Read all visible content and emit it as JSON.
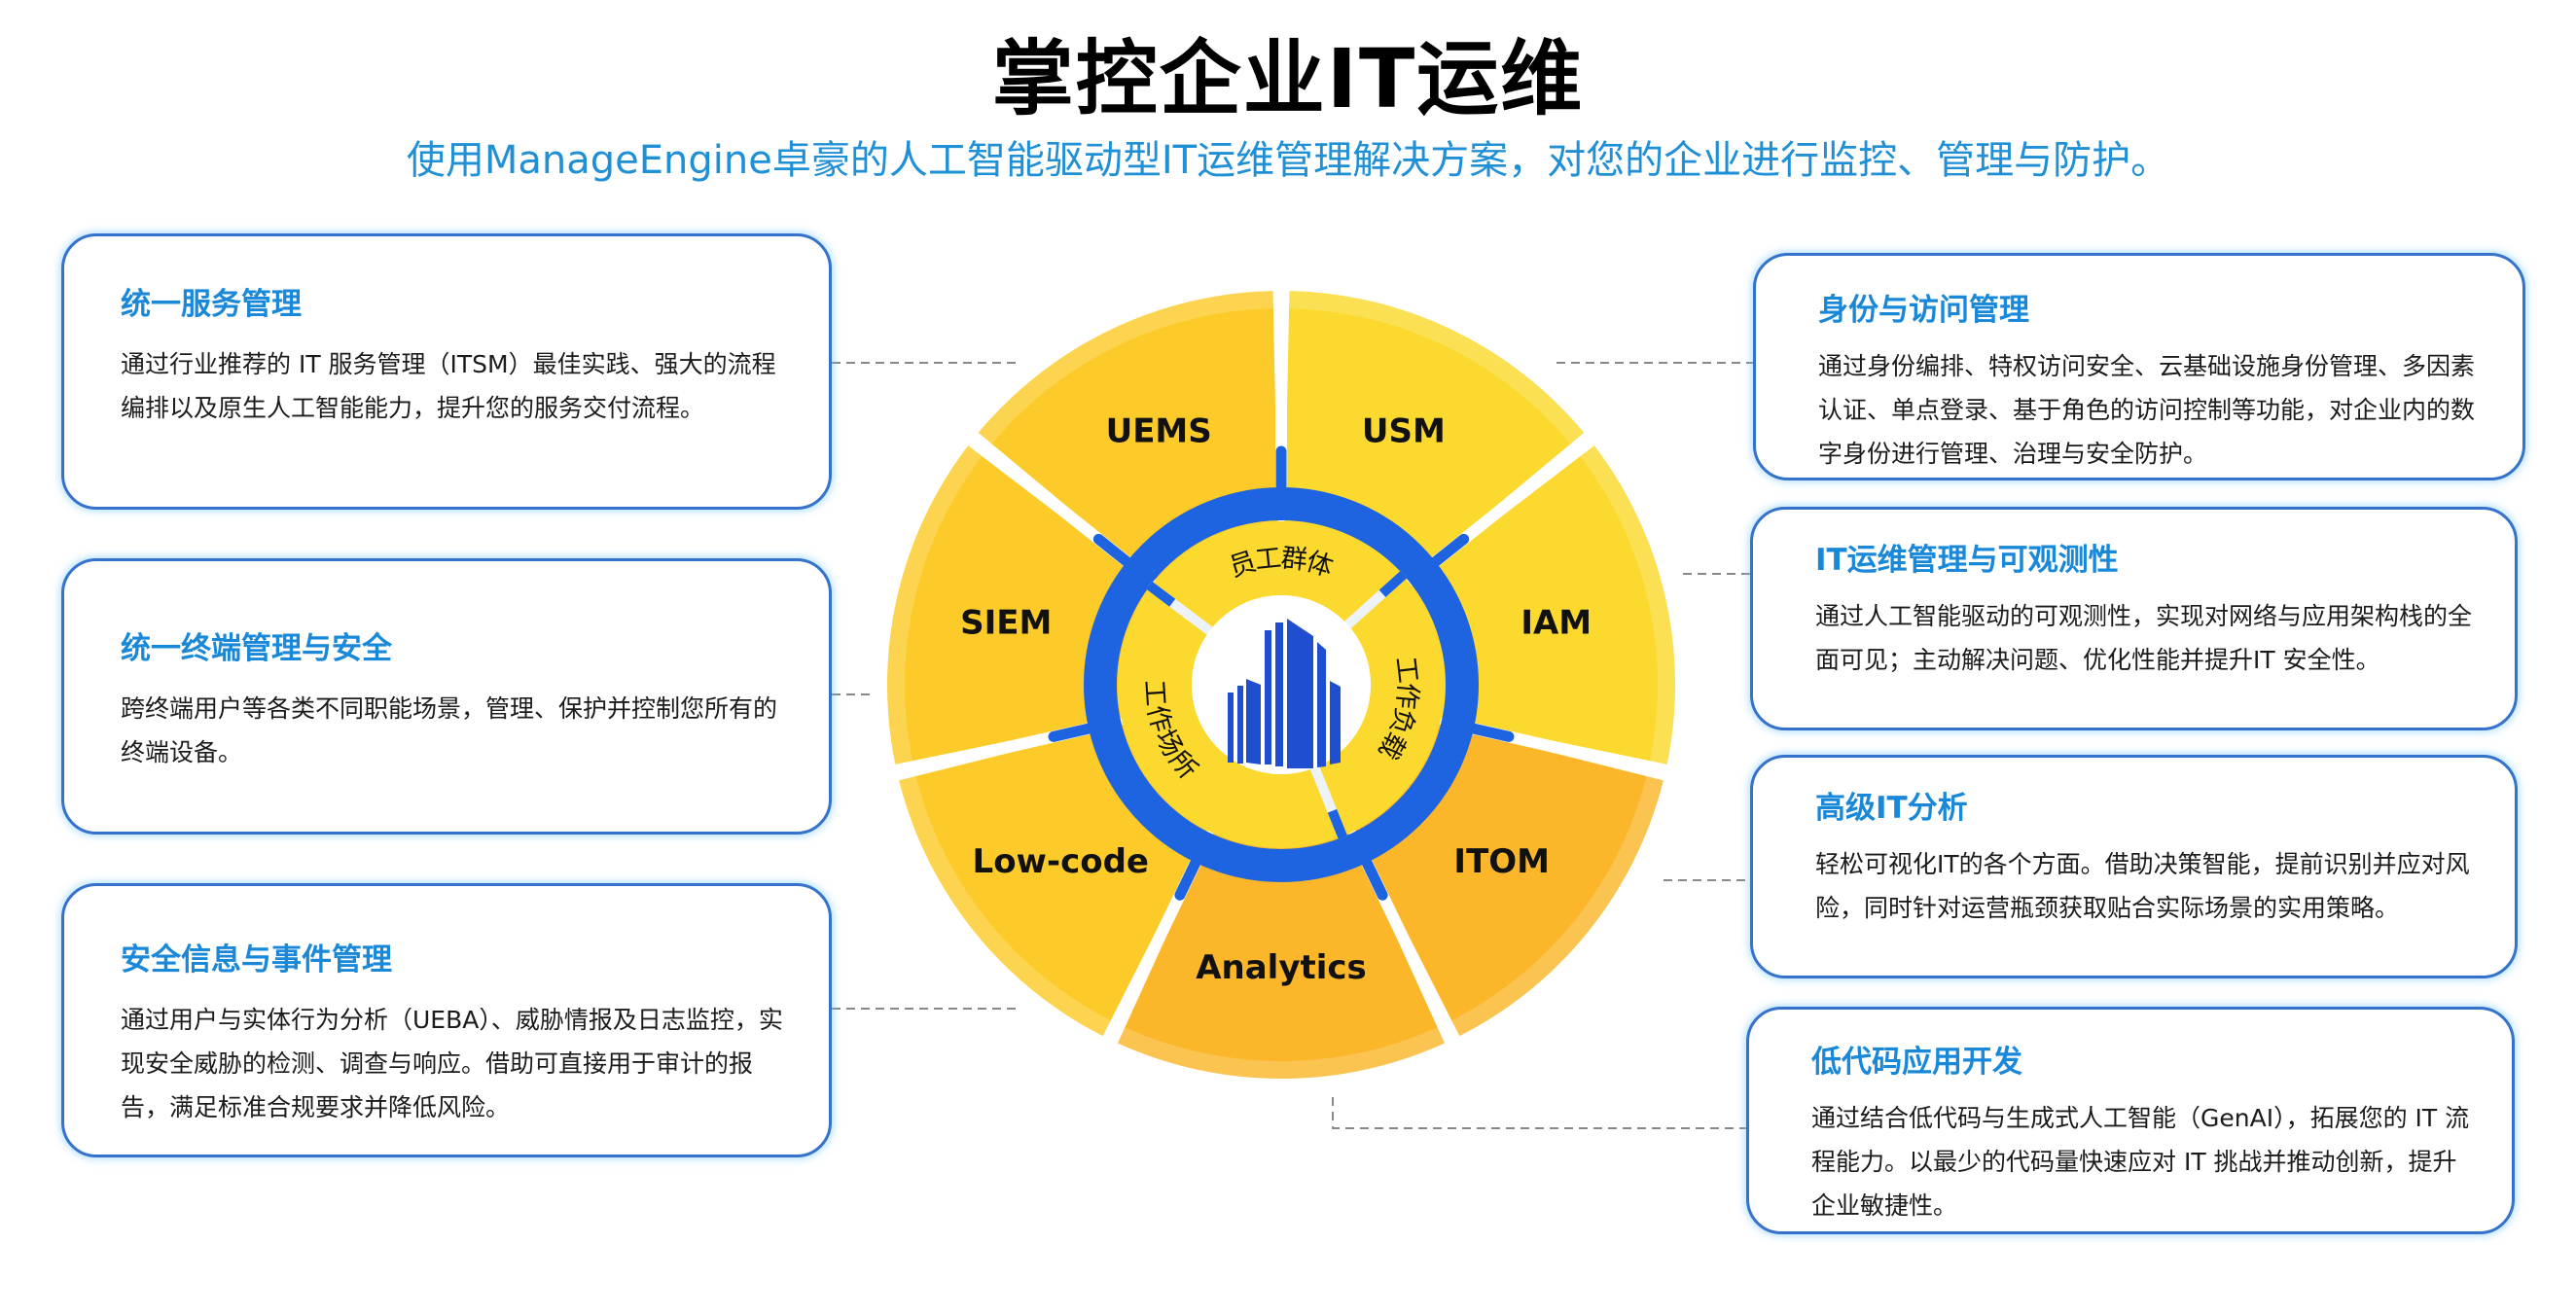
{
  "header": {
    "title": "掌控企业IT运维",
    "subtitle": "使用ManageEngine卓豪的人工智能驱动型IT运维管理解决方案，对您的企业进行监控、管理与防护。"
  },
  "wheel": {
    "segments": [
      {
        "id": "usm",
        "label": "USM",
        "tone": "light"
      },
      {
        "id": "iam",
        "label": "IAM",
        "tone": "light"
      },
      {
        "id": "itom",
        "label": "ITOM",
        "tone": "orange"
      },
      {
        "id": "analytics",
        "label": "Analytics",
        "tone": "orange"
      },
      {
        "id": "lowcode",
        "label": "Low-code",
        "tone": "mid"
      },
      {
        "id": "siem",
        "label": "SIEM",
        "tone": "mid"
      },
      {
        "id": "uems",
        "label": "UEMS",
        "tone": "mid"
      }
    ],
    "inner_ring": [
      {
        "id": "workforce",
        "label": "员工群体"
      },
      {
        "id": "workload",
        "label": "工作负载"
      },
      {
        "id": "workplace",
        "label": "工作场所"
      }
    ],
    "center_icon": "building-icon",
    "colors": {
      "light": "#FBD92E",
      "mid": "#FCCB2A",
      "orange": "#FBB62A",
      "blue_ring": "#1E63E0",
      "connector": "#888888"
    }
  },
  "cards": {
    "usm": {
      "title": "统一服务管理",
      "body": "通过行业推荐的 IT 服务管理（ITSM）最佳实践、强大的流程编排以及原生人工智能能力，提升您的服务交付流程。"
    },
    "uems": {
      "title": "统一终端管理与安全",
      "body": "跨终端用户等各类不同职能场景，管理、保护并控制您所有的终端设备。"
    },
    "siem": {
      "title": "安全信息与事件管理",
      "body": "通过用户与实体行为分析（UEBA）、威胁情报及日志监控，实现安全威胁的检测、调查与响应。借助可直接用于审计的报告，满足标准合规要求并降低风险。"
    },
    "iam": {
      "title": "身份与访问管理",
      "body": "通过身份编排、特权访问安全、云基础设施身份管理、多因素认证、单点登录、基于角色的访问控制等功能，对企业内的数字身份进行管理、治理与安全防护。"
    },
    "itom": {
      "title": "IT运维管理与可观测性",
      "body": "通过人工智能驱动的可观测性，实现对网络与应用架构栈的全面可见；主动解决问题、优化性能并提升IT 安全性。"
    },
    "analytics": {
      "title": "高级IT分析",
      "body": "轻松可视化IT的各个方面。借助决策智能，提前识别并应对风险，同时针对运营瓶颈获取贴合实际场景的实用策略。"
    },
    "lowcode": {
      "title": "低代码应用开发",
      "body": "通过结合低代码与生成式人工智能（GenAI），拓展您的 IT 流程能力。以最少的代码量快速应对 IT 挑战并推动创新，提升企业敏捷性。"
    }
  }
}
